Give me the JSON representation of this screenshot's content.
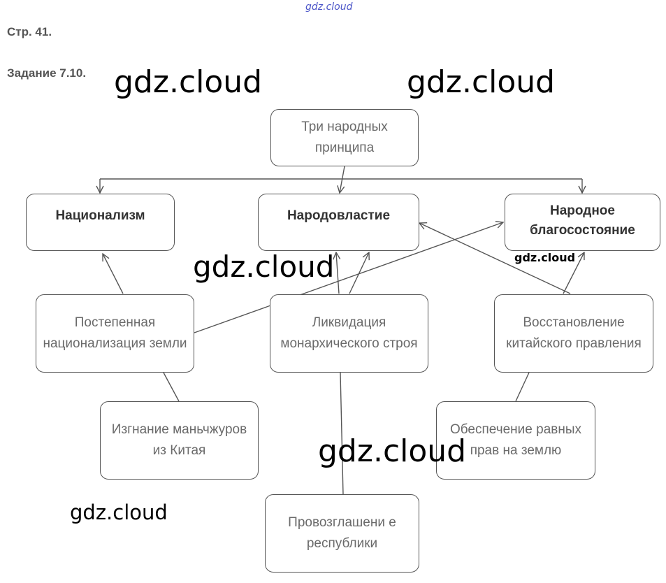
{
  "header": {
    "page": "Стр. 41.",
    "task": "Задание 7.10."
  },
  "watermarks": {
    "top": "gdz.cloud",
    "main": "gdz.cloud"
  },
  "nodes": {
    "root": "Три народных принципа",
    "nationalism": "Национализм",
    "democracy": "Народовластие",
    "welfare": "Народное благосостояние",
    "land_nationalization": "Постепенная национализация земли",
    "monarchy_liquidation": "Ликвидация монархического строя",
    "chinese_rule": "Восстановление китайского правления",
    "manchu_expulsion": "Изгнание маньчжуров из Китая",
    "equal_land_rights": "Обеспечение равных прав на землю",
    "republic": "Провозглашени е республики"
  },
  "colors": {
    "stroke": "#555555",
    "text": "#6a6a6a",
    "bold_text": "#333333",
    "top_watermark": "#4b55c8"
  }
}
